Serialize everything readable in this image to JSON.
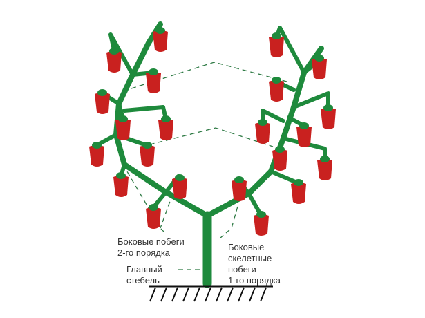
{
  "labels": {
    "side_shoots_2nd": [
      "Боковые побеги",
      "2-го порядка"
    ],
    "main_stem": [
      "Главный",
      "стебель"
    ],
    "skeletal_shoots_1st": [
      "Боковые",
      "скелетные",
      "побеги",
      "1-го порядка"
    ]
  },
  "colors": {
    "stem": "#1e8a3c",
    "pepper": "#c9211f",
    "cap": "#1e8a3c",
    "dash": "#2e7a44",
    "ground": "#111111"
  }
}
